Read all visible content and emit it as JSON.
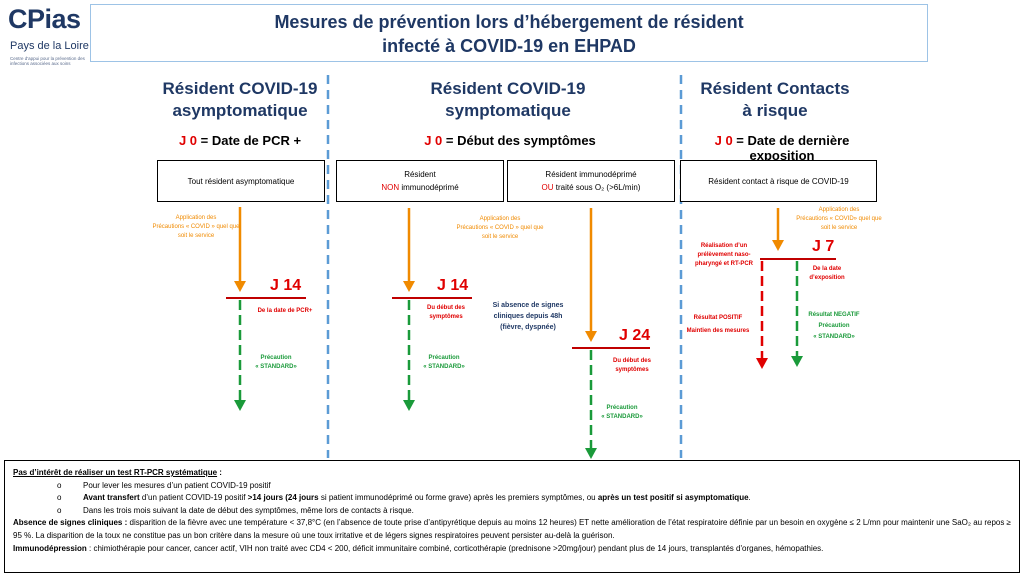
{
  "logo": {
    "word": "CPias",
    "subtitle": "Pays de la Loire",
    "tagline": "Centre d'appui pour la prévention des infections associées aux soins"
  },
  "title": {
    "line1": "Mesures de prévention lors d’hébergement de résident",
    "line2": "infecté à COVID-19 en EHPAD"
  },
  "columns": [
    {
      "title1": "Résident COVID-19",
      "title2": "asymptomatique",
      "j0_code": "J 0",
      "j0_text": " = Date de PCR +",
      "box": "Tout résident asymptomatique",
      "precautions": [
        "Application des",
        "Précautions « COVID » quel que",
        "soit le service"
      ],
      "j_label": "J 14",
      "j_note": [
        "De la date de PCR+"
      ],
      "standard": [
        "Précaution",
        "« STANDARD»"
      ]
    },
    {
      "title1": "Résident COVID-19",
      "title2": "symptomatique",
      "j0_code": "J 0",
      "j0_text": " = Début des symptômes",
      "box_left_line1": "Résident",
      "box_left_red": "NON",
      "box_left_rest": " immunodéprimé",
      "box_right_line1": "Résident immunodéprimé",
      "box_right_red": "OU",
      "box_right_rest": " traité sous O₂ (>6L/min)",
      "precautions": [
        "Application des",
        "Précautions « COVID » quel que",
        "soit le service"
      ],
      "j_label_left": "J 14",
      "j_note_left": [
        "Du début des",
        "symptômes"
      ],
      "standard_left": [
        "Précaution",
        "« STANDARD»"
      ],
      "absence": [
        "Si absence de signes",
        "cliniques depuis 48h",
        "(fièvre, dyspnée)"
      ],
      "j_label_right": "J 24",
      "j_note_right": [
        "Du début des",
        "symptômes"
      ],
      "standard_right": [
        "Précaution",
        "« STANDARD»"
      ]
    },
    {
      "title1": "Résident Contacts",
      "title2": "à risque",
      "j0_code": "J 0",
      "j0_text": " = Date de dernière exposition",
      "box": "Résident contact à risque de COVID-19",
      "precautions": [
        "Application des",
        "Précautions « COVID» quel que",
        "soit le service"
      ],
      "prelevement": [
        "Réalisation d’un",
        "prélèvement naso-",
        "pharyngé et RT-PCR"
      ],
      "j_label": "J 7",
      "j_note": [
        "De la date",
        "d’exposition"
      ],
      "positif": [
        "Résultat POSITIF",
        "Maintien des mesures"
      ],
      "negatif": [
        "Résultat NEGATIF",
        "Précaution",
        "« STANDARD»"
      ]
    }
  ],
  "notes": {
    "heading": "Pas d’intérêt de réaliser un test RT-PCR systématique",
    "heading_colon": " :",
    "bullet_marker": "o",
    "bullet1": "Pour lever les mesures d’un patient COVID-19 positif",
    "bullet2_a": "Avant transfert",
    "bullet2_b": " d’un patient COVID-19 positif ",
    "bullet2_c": ">14 jours (24 jours",
    "bullet2_d": " si patient immunodéprimé ou forme grave) après les premiers symptômes, ou ",
    "bullet2_e": "après un test positif si asymptomatique",
    "bullet2_f": ".",
    "bullet3": "Dans les trois mois suivant la date de début des symptômes, même lors de contacts à risque.",
    "absence_label": "Absence de signes cliniques :",
    "absence_text": " disparition de la fièvre avec une température < 37,8°C (en l’absence de toute prise d’antipyrétique depuis au moins 12 heures) ET nette amélioration de l’état respiratoire définie par un besoin en oxygène ≤ 2 L/mn pour maintenir une SaO₂ au repos ≥ 95 %. La disparition de la toux ne constitue pas un bon critère dans la mesure où une toux irritative et de légers signes respiratoires peuvent persister au-delà la guérison.",
    "immuno_label": "Immunodépression",
    "immuno_text": " : chimiothérapie pour cancer, cancer actif, VIH non traité avec CD4 < 200, déficit immunitaire combiné, corticothérapie (prednisone >20mg/jour) pendant plus de 14 jours, transplantés d'organes, hémopathies."
  },
  "colors": {
    "title_navy": "#1f3864",
    "red": "#e00000",
    "orange": "#f08a00",
    "green": "#1a9a3a",
    "divider_blue": "#5b9bd5"
  }
}
